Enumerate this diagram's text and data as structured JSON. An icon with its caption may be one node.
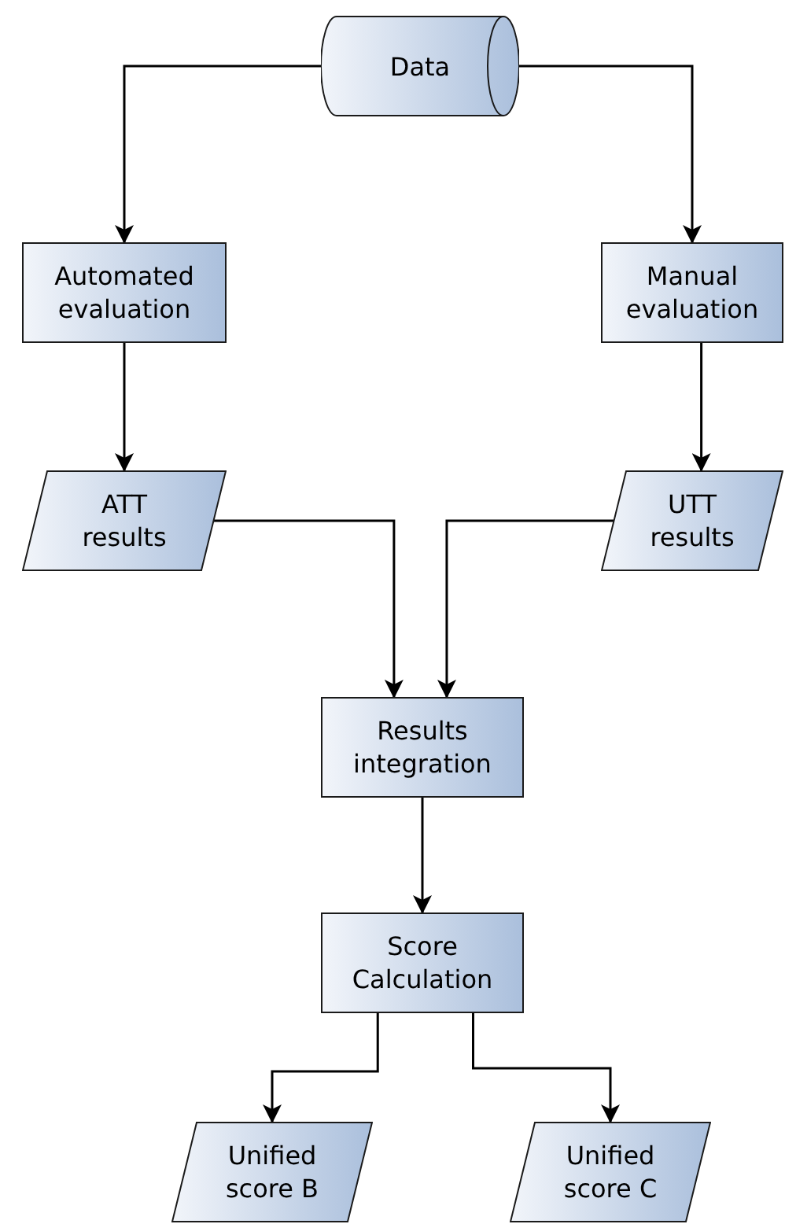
{
  "diagram": {
    "nodes": [
      {
        "text": [
          "Data"
        ]
      },
      {
        "text": [
          "Automated evaluation"
        ]
      },
      {
        "text": [
          "Manual evaluation"
        ]
      },
      {
        "text": [
          "ATT results"
        ]
      },
      {
        "text": [
          "UTT results"
        ]
      },
      {
        "text": [
          "Results integration"
        ]
      },
      {
        "text": [
          "Score Calculation"
        ]
      },
      {
        "text": [
          "Unified score B"
        ]
      },
      {
        "text": [
          "Unified score C"
        ]
      }
    ],
    "edges": [
      {
        "from": 0,
        "to": 1,
        "arrow": "to"
      },
      {
        "from": 0,
        "to": 2,
        "arrow": "to"
      },
      {
        "from": 1,
        "to": 3,
        "arrow": "to"
      },
      {
        "from": 2,
        "to": 4,
        "arrow": "to"
      },
      {
        "from": 3,
        "to": 5,
        "arrow": "to"
      },
      {
        "from": 4,
        "to": 5,
        "arrow": "to"
      },
      {
        "from": 5,
        "to": 6,
        "arrow": "to"
      },
      {
        "from": 6,
        "to": 7,
        "arrow": "to"
      },
      {
        "from": 6,
        "to": 8,
        "arrow": "to"
      }
    ]
  }
}
